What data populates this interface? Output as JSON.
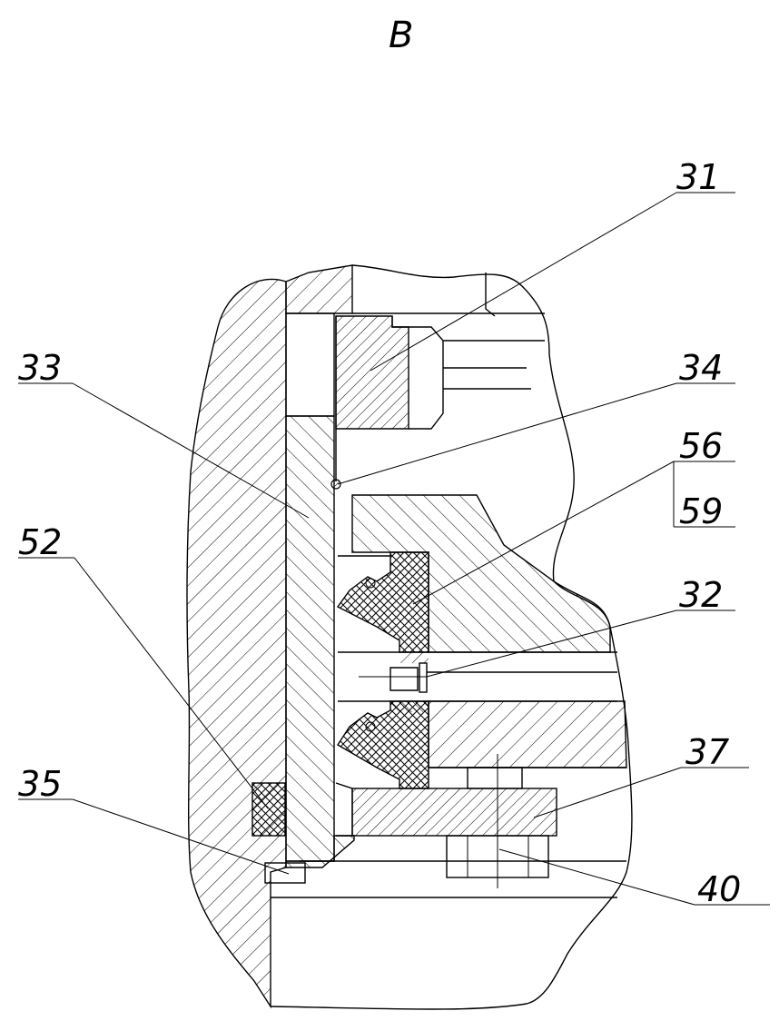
{
  "view_label": "B",
  "leaders": [
    {
      "id": "31",
      "text": "31"
    },
    {
      "id": "33",
      "text": "33"
    },
    {
      "id": "34",
      "text": "34"
    },
    {
      "id": "56",
      "text": "56"
    },
    {
      "id": "59",
      "text": "59"
    },
    {
      "id": "52",
      "text": "52"
    },
    {
      "id": "32",
      "text": "32"
    },
    {
      "id": "37",
      "text": "37"
    },
    {
      "id": "35",
      "text": "35"
    },
    {
      "id": "40",
      "text": "40"
    }
  ],
  "colors": {
    "line": "#000000",
    "background": "#ffffff"
  }
}
